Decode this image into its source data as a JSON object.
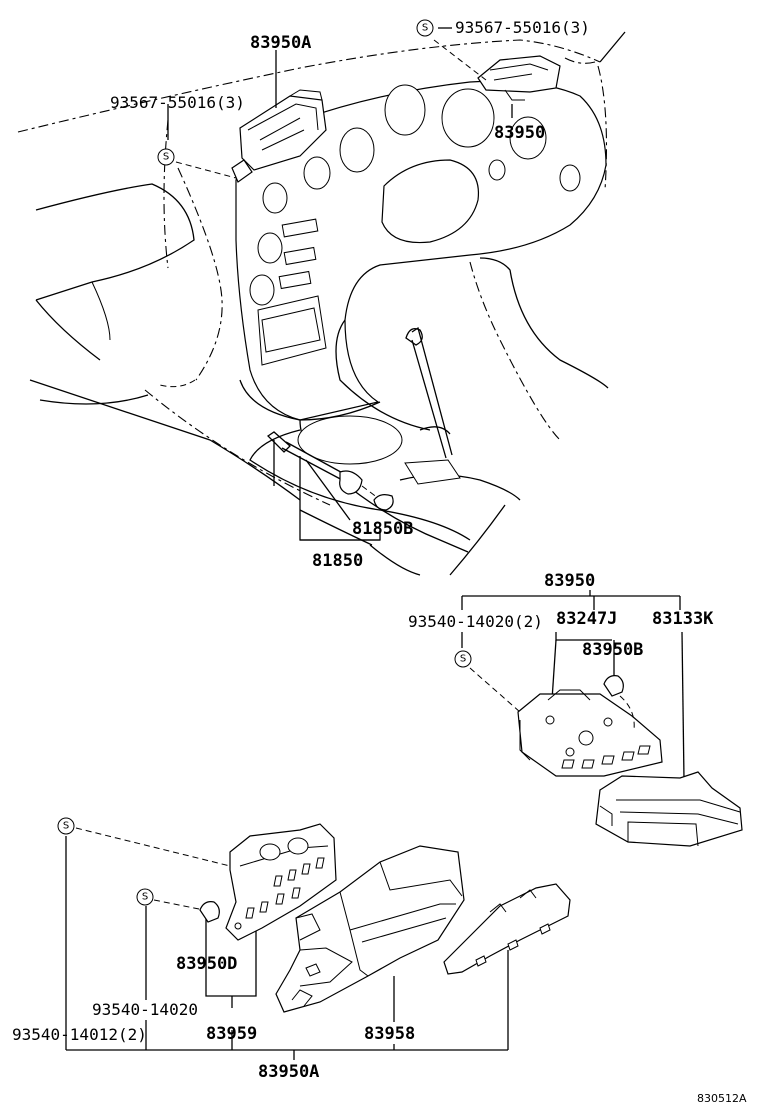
{
  "diagram": {
    "ref_code": "830512A",
    "screw_symbol": "S",
    "labels": {
      "top_screw_right": "93567-55016(3)",
      "top_assy_left": "83950A",
      "top_screw_left": "93567-55016(3)",
      "top_assy_right": "83950",
      "bulb_socket": "81850B",
      "bulb_assy": "81850",
      "mid_assy": "83950",
      "mid_screw": "93540-14020(2)",
      "mid_part_a": "83247J",
      "mid_part_b": "83133K",
      "mid_bulb": "83950B",
      "bot_bulb": "83950D",
      "bot_screw_inner": "93540-14020",
      "bot_screw_outer": "93540-14012(2)",
      "bot_plate": "83959",
      "bot_case": "83958",
      "bot_assy": "83950A"
    }
  }
}
